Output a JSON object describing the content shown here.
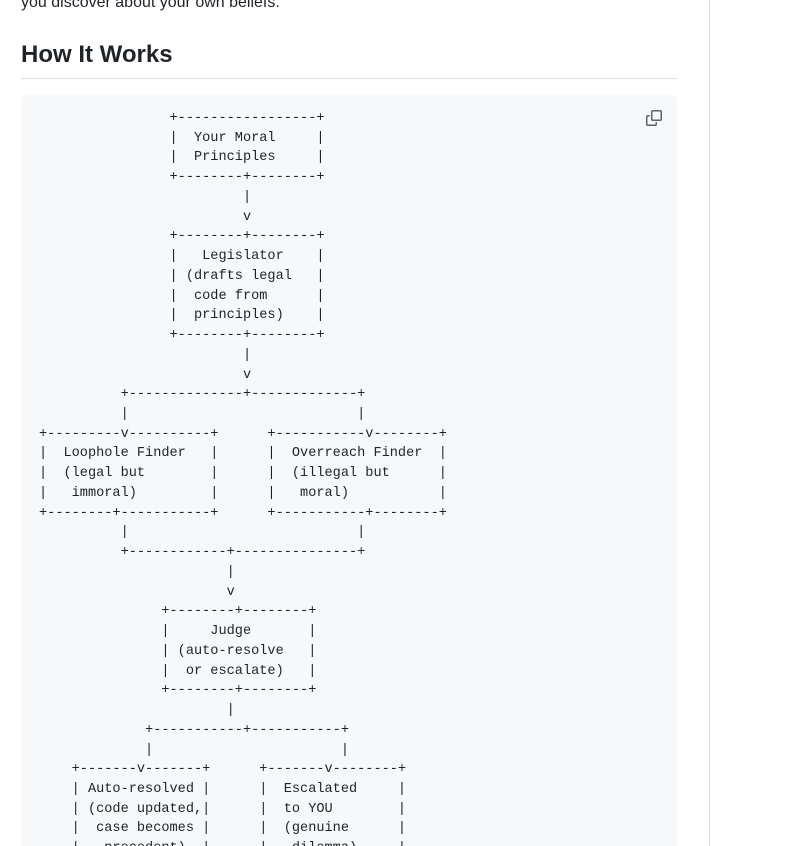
{
  "article": {
    "intro_tail": "you discover about your own beliefs.",
    "section_heading": "How It Works",
    "diagram_code": "                +-----------------+\n                |  Your Moral     |\n                |  Principles     |\n                +--------+--------+\n                         |\n                         v\n                +--------+--------+\n                |   Legislator    |\n                | (drafts legal   |\n                |  code from      |\n                |  principles)    |\n                +--------+--------+\n                         |\n                         v\n          +--------------+-------------+\n          |                            |\n+---------v----------+      +-----------v--------+\n|  Loophole Finder   |      |  Overreach Finder  |\n|  (legal but        |      |  (illegal but      |\n|   immoral)         |      |   moral)           |\n+--------+-----------+      +-----------+--------+\n          |                            |\n          +------------+---------------+\n                       |\n                       v\n               +--------+--------+\n               |     Judge       |\n               | (auto-resolve   |\n               |  or escalate)   |\n               +--------+--------+\n                       |\n             +-----------+-----------+\n             |                       |\n    +-------v-------+      +-------v--------+\n    | Auto-resolved |      |  Escalated     |\n    | (code updated,|      |  to YOU        |\n    |  case becomes |      |  (genuine      |\n    |   precedent)  |      |   dilemma)     |\n    +---------------+      +----------------+",
    "copy_button_label": "Copy"
  }
}
